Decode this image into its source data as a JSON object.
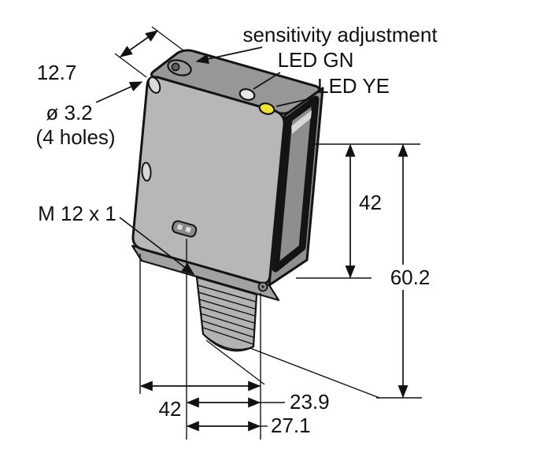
{
  "diagram": {
    "title": "photoelectric-sensor-dimension-drawing",
    "labels": {
      "sensitivity_adjustment": "sensitivity adjustment",
      "led_green": "LED GN",
      "led_yellow": "LED YE",
      "thread_spec": "M 12 x 1",
      "hole_diameter": "ø 3.2",
      "hole_count": "(4 holes)"
    },
    "dimensions": {
      "top_depth": "12.7",
      "body_height": "42",
      "total_height": "60.2",
      "bottom_width": "42",
      "connector_offset_inner": "23.9",
      "connector_offset_outer": "27.1"
    },
    "colors": {
      "led_yellow": "#F0E23C",
      "led_green_lens": "#E6E6E6",
      "body_front": "#B7B7B7",
      "body_top": "#979797",
      "body_side": "#8F8F8F",
      "body_bottom": "#A2A2A2",
      "window_fill": "#8E8E8E",
      "connector_fill": "#B3B3B3",
      "line": "#111111",
      "background": "#FFFFFF"
    }
  }
}
